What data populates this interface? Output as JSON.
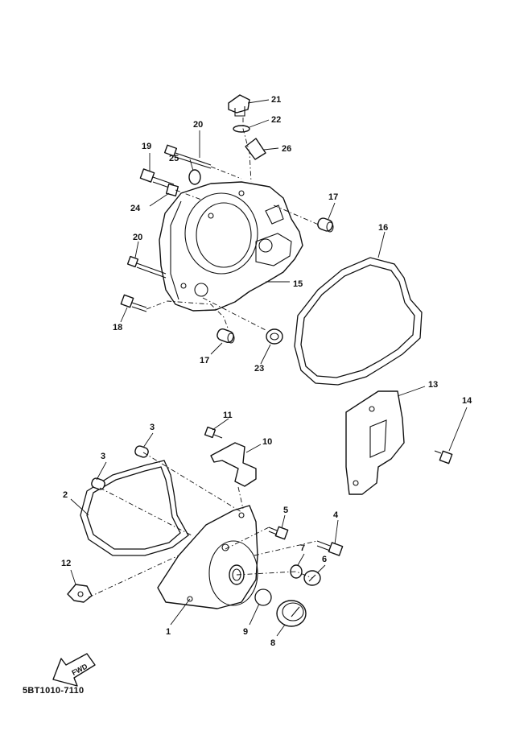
{
  "callouts": {
    "c1": "1",
    "c2": "2",
    "c3a": "3",
    "c3b": "3",
    "c4": "4",
    "c5": "5",
    "c6": "6",
    "c7": "7",
    "c8": "8",
    "c9": "9",
    "c10": "10",
    "c11": "11",
    "c12": "12",
    "c13": "13",
    "c14": "14",
    "c15": "15",
    "c16": "16",
    "c17a": "17",
    "c17b": "17",
    "c18": "18",
    "c19": "19",
    "c20a": "20",
    "c20b": "20",
    "c21": "21",
    "c22": "22",
    "c23": "23",
    "c24": "24",
    "c25": "25",
    "c26": "26"
  },
  "fwd_label": "FWD",
  "diagram_code": "5BT1010-7110"
}
